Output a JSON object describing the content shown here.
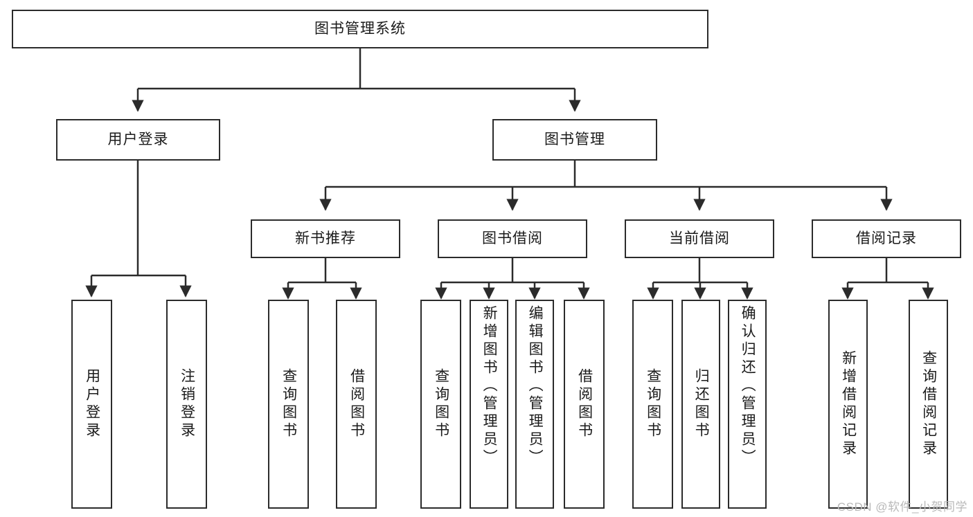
{
  "diagram": {
    "type": "tree",
    "title": "图书管理系统",
    "root": {
      "id": "root",
      "label": "图书管理系统"
    },
    "level1": [
      {
        "id": "user-login",
        "label": "用户登录"
      },
      {
        "id": "book-mgmt",
        "label": "图书管理"
      }
    ],
    "level2": [
      {
        "id": "new-book-rec",
        "label": "新书推荐"
      },
      {
        "id": "book-borrow",
        "label": "图书借阅"
      },
      {
        "id": "current-borrow",
        "label": "当前借阅"
      },
      {
        "id": "borrow-record",
        "label": "借阅记录"
      }
    ],
    "leaves": {
      "user_login": [
        {
          "id": "leaf-user-login",
          "label": "用户登录"
        },
        {
          "id": "leaf-logout",
          "label": "注销登录"
        }
      ],
      "new_book_rec": [
        {
          "id": "leaf-query-book-1",
          "label": "查询图书"
        },
        {
          "id": "leaf-borrow-book-1",
          "label": "借阅图书"
        }
      ],
      "book_borrow": [
        {
          "id": "leaf-query-book-2",
          "label": "查询图书"
        },
        {
          "id": "leaf-add-book",
          "label": "新增图书（管理员）"
        },
        {
          "id": "leaf-edit-book",
          "label": "编辑图书（管理员）"
        },
        {
          "id": "leaf-borrow-book-2",
          "label": "借阅图书"
        }
      ],
      "current_borrow": [
        {
          "id": "leaf-query-book-3",
          "label": "查询图书"
        },
        {
          "id": "leaf-return-book",
          "label": "归还图书"
        },
        {
          "id": "leaf-confirm-return",
          "label": "确认归还（管理员）"
        }
      ],
      "borrow_record": [
        {
          "id": "leaf-add-record",
          "label": "新增借阅记录"
        },
        {
          "id": "leaf-query-record",
          "label": "查询借阅记录"
        }
      ]
    },
    "colors": {
      "stroke": "#2b2b2b",
      "fill": "#ffffff",
      "text": "#1a1a1a",
      "watermark": "#b9b9b9"
    }
  },
  "watermark": {
    "text": "CSDN @软件_小贺同学"
  }
}
